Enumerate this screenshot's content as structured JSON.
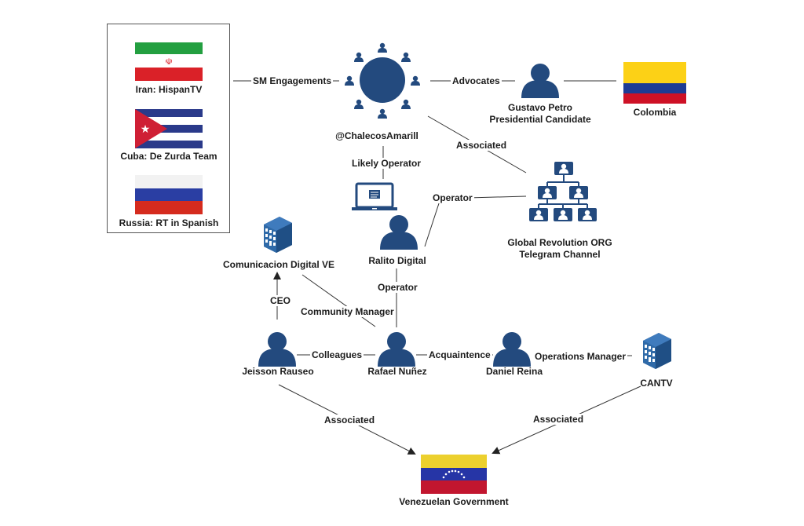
{
  "colors": {
    "node": "#234a7e",
    "edge": "#333333",
    "iran_green": "#239f40",
    "iran_red": "#da2128",
    "cuba_blue": "#2a3a8a",
    "cuba_red": "#cf1f35",
    "russia_white": "#f2f2f2",
    "russia_blue": "#2a3ea3",
    "russia_red": "#d52b1e",
    "colombia_yellow": "#fcd116",
    "colombia_blue": "#1d3b94",
    "colombia_red": "#ce1126",
    "venezuela_yellow": "#ecd02e",
    "venezuela_blue": "#2635a6",
    "venezuela_red": "#c2162f"
  },
  "legend": {
    "items": [
      {
        "label": "Iran: HispanTV",
        "flag": "iran-flag"
      },
      {
        "label": "Cuba: De Zurda Team",
        "flag": "cuba-flag"
      },
      {
        "label": "Russia: RT in Spanish",
        "flag": "russia-flag"
      }
    ]
  },
  "nodes": {
    "chalecos": {
      "label": "@ChalecosAmarill",
      "icon": "social-network-icon"
    },
    "petro": {
      "label_line1": "Gustavo Petro",
      "label_line2": "Presidential Candidate",
      "icon": "person-icon"
    },
    "colombia": {
      "label": "Colombia",
      "icon": "colombia-flag"
    },
    "laptop": {
      "icon": "laptop-icon"
    },
    "ralito": {
      "label": "Ralito Digital",
      "icon": "person-icon"
    },
    "global_rev": {
      "label_line1": "Global Revolution ORG",
      "label_line2": "Telegram Channel",
      "icon": "org-chart-icon"
    },
    "comunicacion": {
      "label": "Comunicacion Digital VE",
      "icon": "building-icon"
    },
    "jeisson": {
      "label": "Jeisson Rauseo",
      "icon": "person-icon"
    },
    "rafael": {
      "label": "Rafael Nuñez",
      "icon": "person-icon"
    },
    "daniel": {
      "label": "Daniel Reina",
      "icon": "person-icon"
    },
    "cantv": {
      "label": "CANTV",
      "icon": "building-icon"
    },
    "venezuela": {
      "label": "Venezuelan Government",
      "icon": "venezuela-flag"
    }
  },
  "edges": {
    "sm_engagements": "SM Engagements",
    "advocates": "Advocates",
    "associated_chalecos_global": "Associated",
    "likely_operator": "Likely Operator",
    "operator_ralito_global": "Operator",
    "operator_rafael_ralito": "Operator",
    "ceo": "CEO",
    "community_manager": "Community Manager",
    "colleagues": "Colleagues",
    "acquaintence": "Acquaintence",
    "operations_manager": "Operations Manager",
    "associated_jeisson_ven": "Associated",
    "associated_cantv_ven": "Associated"
  }
}
